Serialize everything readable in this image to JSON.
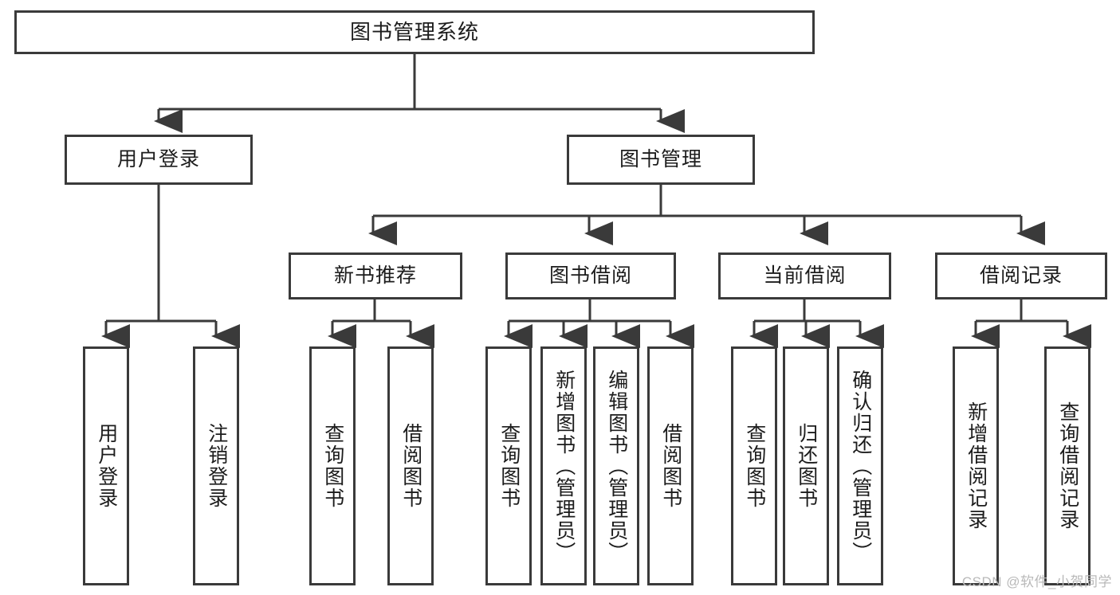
{
  "diagram": {
    "title": "图书管理系统",
    "type": "tree",
    "watermark": "CSDN @软件_小贺同学",
    "colors": {
      "stroke": "#3a3a3a",
      "fill": "#ffffff",
      "text": "#1c1c1c",
      "watermark": "#b9b9b9"
    },
    "root": {
      "label": "图书管理系统"
    },
    "level2": [
      {
        "label": "用户登录"
      },
      {
        "label": "图书管理"
      }
    ],
    "level3": [
      {
        "label": "新书推荐"
      },
      {
        "label": "图书借阅"
      },
      {
        "label": "当前借阅"
      },
      {
        "label": "借阅记录"
      }
    ],
    "leaves": {
      "user_login": [
        {
          "label": "用户登录"
        },
        {
          "label": "注销登录"
        }
      ],
      "new_book": [
        {
          "label": "查询图书"
        },
        {
          "label": "借阅图书"
        }
      ],
      "book_borrow": [
        {
          "label": "查询图书"
        },
        {
          "label": "新增图书（管理员）"
        },
        {
          "label": "编辑图书（管理员）"
        },
        {
          "label": "借阅图书"
        }
      ],
      "current_borrow": [
        {
          "label": "查询图书"
        },
        {
          "label": "归还图书"
        },
        {
          "label": "确认归还（管理员）"
        }
      ],
      "borrow_record": [
        {
          "label": "新增借阅记录"
        },
        {
          "label": "查询借阅记录"
        }
      ]
    }
  }
}
